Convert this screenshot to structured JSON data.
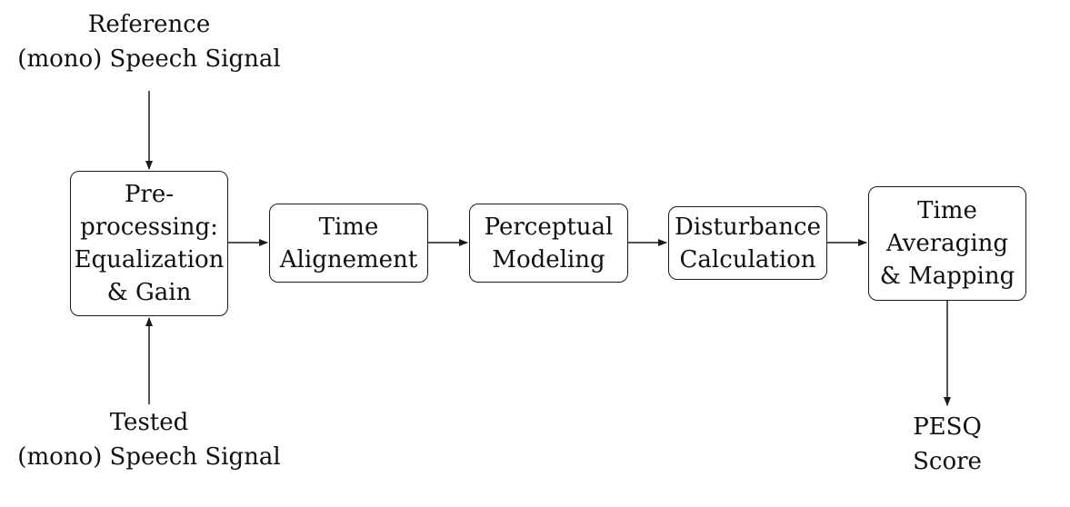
{
  "inputs": {
    "reference": {
      "line1": "Reference",
      "line2": "(mono) Speech Signal"
    },
    "tested": {
      "line1": "Tested",
      "line2": "(mono) Speech Signal"
    }
  },
  "stages": [
    {
      "lines": [
        "Pre-",
        "processing:",
        "Equalization",
        "& Gain"
      ]
    },
    {
      "lines": [
        "Time",
        "Alignement"
      ]
    },
    {
      "lines": [
        "Perceptual",
        "Modeling"
      ]
    },
    {
      "lines": [
        "Disturbance",
        "Calculation"
      ]
    },
    {
      "lines": [
        "Time",
        "Averaging",
        "& Mapping"
      ]
    }
  ],
  "output": {
    "line1": "PESQ",
    "line2": "Score"
  },
  "colors": {
    "stroke": "#1a1a1a",
    "text": "#111111",
    "background": "#ffffff"
  }
}
